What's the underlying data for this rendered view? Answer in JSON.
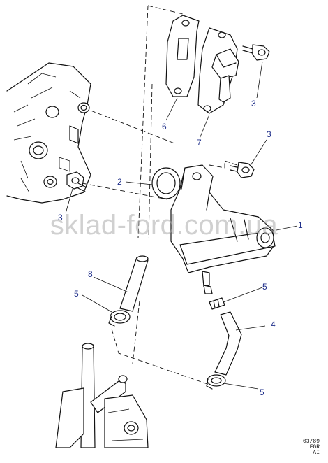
{
  "callouts": [
    {
      "id": "p1",
      "label": "1"
    },
    {
      "id": "p2",
      "label": "2"
    },
    {
      "id": "p3a",
      "label": "3"
    },
    {
      "id": "p3b",
      "label": "3"
    },
    {
      "id": "p3c",
      "label": "3"
    },
    {
      "id": "p4",
      "label": "4"
    },
    {
      "id": "p5a",
      "label": "5"
    },
    {
      "id": "p5b",
      "label": "5"
    },
    {
      "id": "p5c",
      "label": "5"
    },
    {
      "id": "p6",
      "label": "6"
    },
    {
      "id": "p7",
      "label": "7"
    },
    {
      "id": "p8",
      "label": "8"
    }
  ],
  "watermark": "sklad-ford.com.ua",
  "reference_code": [
    "03/89",
    "FGR",
    "AI"
  ],
  "colors": {
    "callout": "#1f2f8a",
    "ink": "#111111",
    "watermark": "#aaaaaa"
  }
}
